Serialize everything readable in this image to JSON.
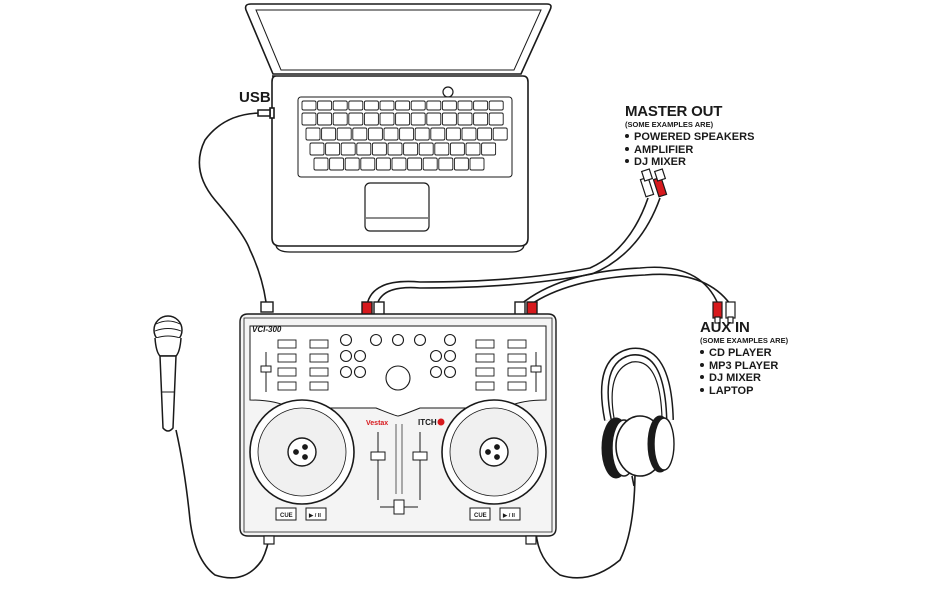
{
  "labels": {
    "usb": "USB",
    "master_out": {
      "title": "MASTER OUT",
      "subtitle": "(SOME EXAMPLES ARE)",
      "items": [
        "POWERED SPEAKERS",
        "AMPLIFIER",
        "DJ MIXER"
      ]
    },
    "aux_in": {
      "title": "AUX IN",
      "subtitle": "(SOME EXAMPLES ARE)",
      "items": [
        "CD PLAYER",
        "MP3 PLAYER",
        "DJ MIXER",
        "LAPTOP"
      ]
    }
  },
  "controller": {
    "model": "VCI-300",
    "brand": "Vestax",
    "logo": "ITCH",
    "cue_label": "CUE",
    "play_label": "▶ / II"
  },
  "colors": {
    "line": "#1a1a1a",
    "plug_red": "#d7191d",
    "panel": "#f4f4f4"
  }
}
